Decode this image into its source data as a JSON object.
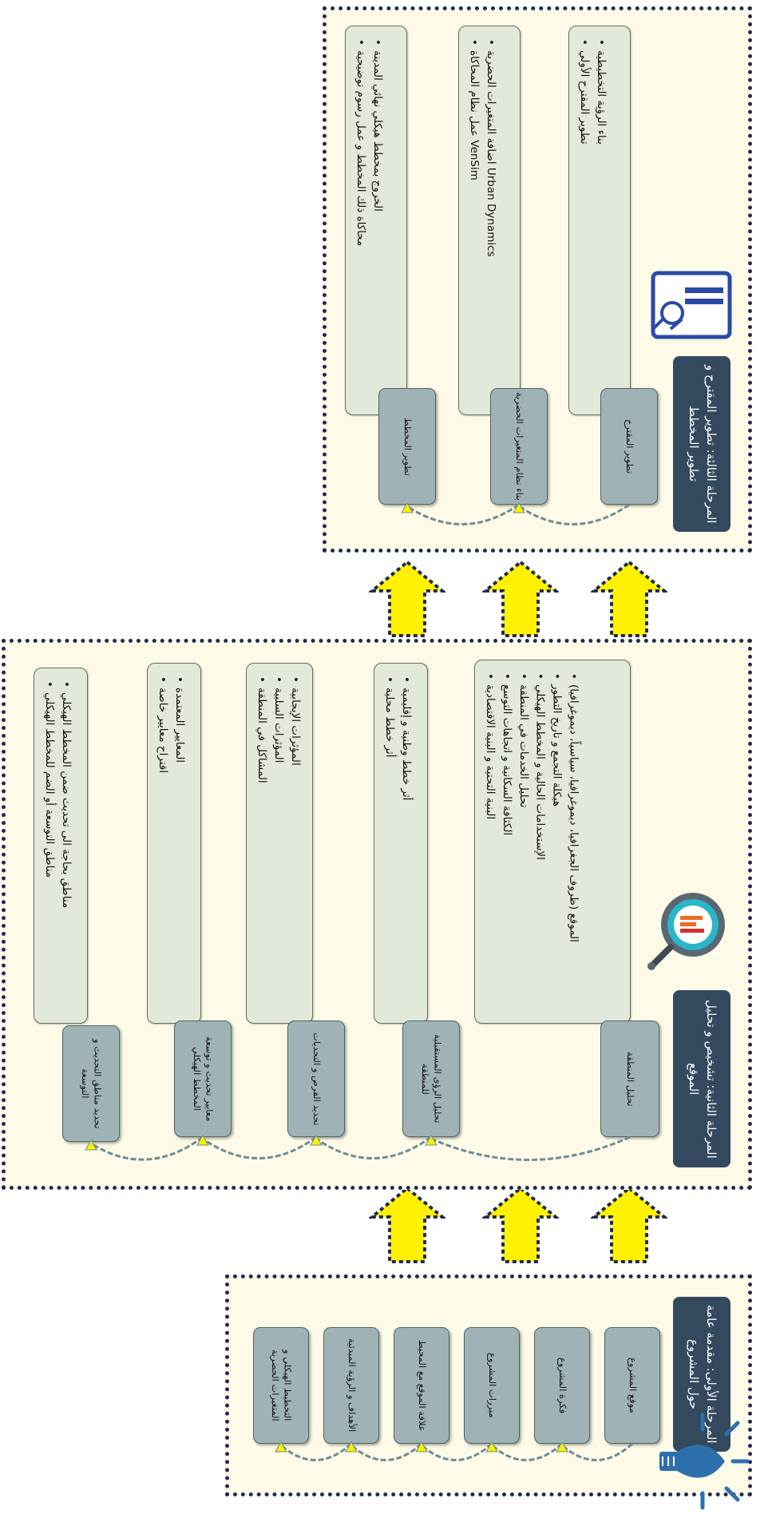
{
  "colors": {
    "panel_bg": "#fdfbe7",
    "panel_border": "#1f2a5a",
    "title_bg": "#34495e",
    "step_bg": "#9fb3b6",
    "detail_bg": "#e3e9da",
    "arrow_fill": "#fff200",
    "connector": "#6f8c95"
  },
  "phase1": {
    "title": "المرحلة الأولى: مقدمة عامة حول المشروع",
    "icon": "lightbulb-icon",
    "steps": [
      "موقع المشروع",
      "فكرة المشروع",
      "مبررات المشروع",
      "علاقة الموقع مع المحيط",
      "الأهداف و الرؤية المبدئية",
      "التخطيط الهيكلي و المتغيرات الحضرية"
    ]
  },
  "phase2": {
    "title": "المرحلة الثانية: تشخيص و تحليل الموقع",
    "icon": "magnifier-chart-icon",
    "steps": [
      {
        "label": "تحليل المنطقة",
        "items": [
          "الموقع (ظروف الجغرافيا، ديموغرافيا، سياسياً، ديموغرافيا)",
          "هيكلة التجمع و تاريخ التطور",
          "الإستخدامات الحالية و المخطط الهيكلي",
          "تحليل الخدمات في المنطقة",
          "الكثافة السكانية و اتجاهات التوسع",
          "البنية التحتية و البنية الاقتصادية"
        ]
      },
      {
        "label": "تحليل الرؤى المستقبلية للمنطقة",
        "items": [
          "أثر خطط وطنية و إقليمية",
          "أثر خطط محلية"
        ]
      },
      {
        "label": "تحديد الفرص و التحديات",
        "items": [
          "المؤثرات الإيجابية",
          "المؤثرات السلبية",
          "المشاكل في المنطقة"
        ]
      },
      {
        "label": "معايير تحديث و توسعة المخطط الهيكلي",
        "items": [
          "المعايير المعتمدة",
          "اقتراح معايير خاصة"
        ]
      },
      {
        "label": "تحديد مناطق التحديث و التوسعة",
        "items": [
          "مناطق بحاجة الى تحديث ضمن المخطط الهيكلي",
          "مناطق التوسعة أو الضم للمخطط الهيكلي"
        ]
      }
    ]
  },
  "phase3": {
    "title": "المرحلة الثالثة: تطوير المقترح و تطوير المخطط",
    "icon": "certificate-icon",
    "steps": [
      {
        "label": "تطوير المقترح",
        "items": [
          "بناء الرؤية التخطيطية",
          "تطوير المقترح الأولي"
        ]
      },
      {
        "label": "بناء نظام المتغيرات الحضرية",
        "items": [
          "اضافة المتغيرات الحضرية Urban Dynamics",
          "عمل نظام المحاكاة VenSim"
        ]
      },
      {
        "label": "تطوير المخطط",
        "items": [
          "الخروج بمخطط هيكلي نهائي المدينة",
          "محاكاة ذلك المخطط و عمل رسوم توضيحية"
        ]
      }
    ]
  }
}
